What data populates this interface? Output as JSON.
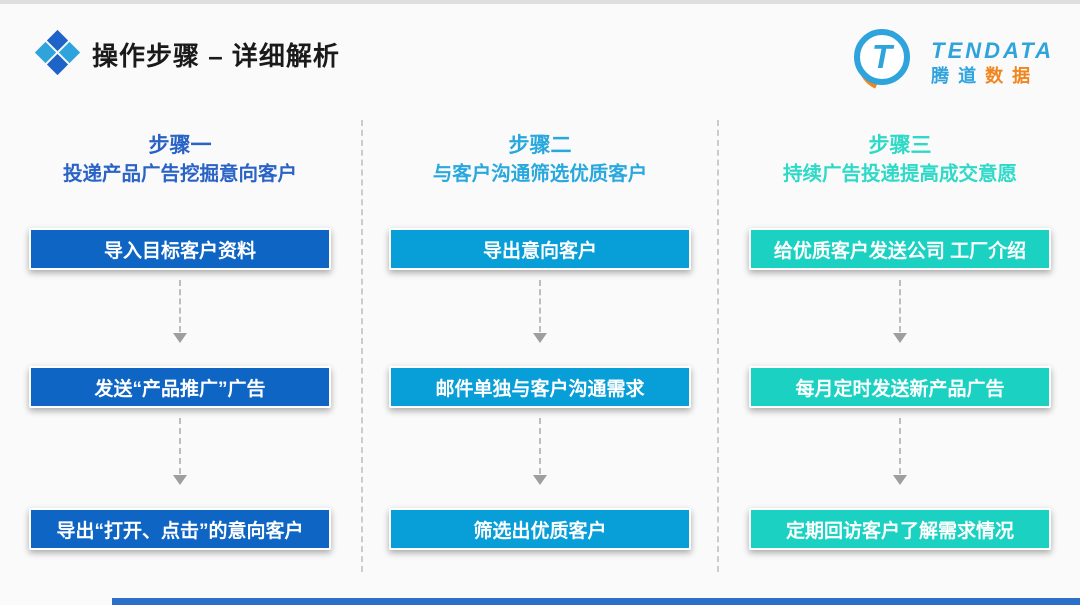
{
  "slide": {
    "title": "操作步骤 – 详细解析",
    "title_color": "#1a1a1a"
  },
  "logo": {
    "brand": "TENDATA",
    "brand_color": "#2fa3dc",
    "chinese_blue": "腾道",
    "chinese_orange": "数据",
    "orange_color": "#f0861d",
    "mark_letter": "T"
  },
  "icons": {
    "title_icon": "four-diamonds-icon",
    "arrow_icon": "arrow-down-icon",
    "diamond_dark": "#1e63c8",
    "diamond_light": "#2fa3dc"
  },
  "columns": [
    {
      "title": "步骤一",
      "subtitle": "投递产品广告挖掘意向客户",
      "accent": "#2a63c6",
      "box_bg": "#0e65c4",
      "boxes": [
        "导入目标客户资料",
        "发送“产品推广”广告",
        "导出“打开、点击”的意向客户"
      ]
    },
    {
      "title": "步骤二",
      "subtitle": "与客户沟通筛选优质客户",
      "accent": "#29a8de",
      "box_bg": "#089ed7",
      "boxes": [
        "导出意向客户",
        "邮件单独与客户沟通需求",
        "筛选出优质客户"
      ]
    },
    {
      "title": "步骤三",
      "subtitle": "持续广告投递提高成交意愿",
      "accent": "#2ed9c7",
      "box_bg": "#1bd2c2",
      "boxes": [
        "给优质客户发送公司 工厂介绍",
        "每月定时发送新产品广告",
        "定期回访客户了解需求情况"
      ]
    }
  ],
  "divider_color": "#cccccc",
  "footer": {
    "bar_color": "#2b6fc9"
  }
}
